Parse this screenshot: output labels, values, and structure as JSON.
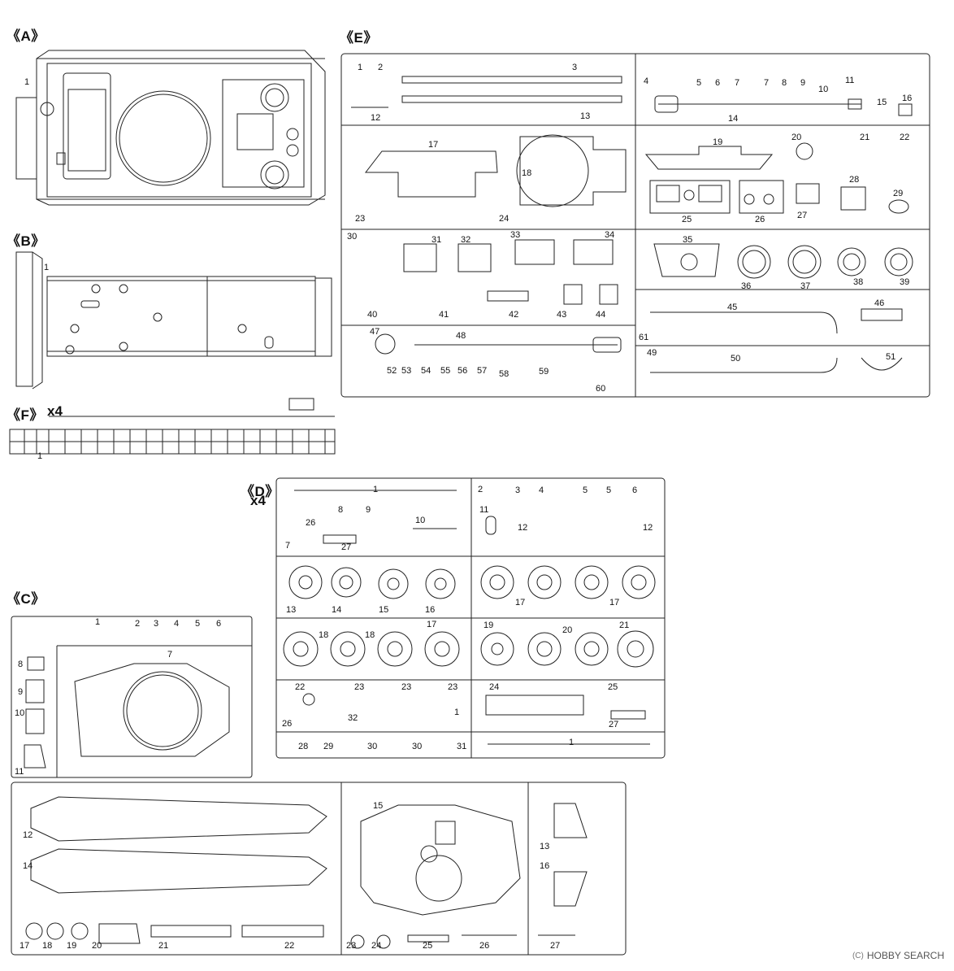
{
  "sprues": {
    "A": {
      "title": "《A》",
      "parts": [
        "1"
      ]
    },
    "B": {
      "title": "《B》",
      "parts": [
        "1"
      ]
    },
    "F": {
      "title": "《F》",
      "multiplier": "x4",
      "parts": [
        "1"
      ]
    },
    "E": {
      "title": "《E》",
      "parts": [
        "1",
        "2",
        "3",
        "4",
        "5",
        "6",
        "7",
        "7",
        "8",
        "9",
        "10",
        "11",
        "12",
        "13",
        "14",
        "15",
        "16",
        "17",
        "18",
        "19",
        "20",
        "21",
        "22",
        "23",
        "24",
        "25",
        "26",
        "27",
        "28",
        "29",
        "30",
        "31",
        "32",
        "33",
        "34",
        "35",
        "36",
        "37",
        "38",
        "39",
        "40",
        "41",
        "42",
        "43",
        "44",
        "45",
        "46",
        "47",
        "48",
        "49",
        "50",
        "51",
        "52",
        "53",
        "54",
        "55",
        "56",
        "57",
        "58",
        "59",
        "60",
        "61"
      ]
    },
    "D": {
      "title": "《D》",
      "multiplier": "x4",
      "parts": [
        "1",
        "2",
        "3",
        "4",
        "5",
        "5",
        "6",
        "7",
        "8",
        "9",
        "10",
        "11",
        "12",
        "12",
        "13",
        "14",
        "15",
        "16",
        "17",
        "17",
        "17",
        "18",
        "18",
        "19",
        "20",
        "21",
        "22",
        "23",
        "23",
        "23",
        "24",
        "25",
        "26",
        "26",
        "27",
        "27",
        "28",
        "29",
        "30",
        "30",
        "31",
        "32",
        "1",
        "1"
      ]
    },
    "C": {
      "title": "《C》",
      "parts": [
        "1",
        "2",
        "3",
        "4",
        "5",
        "6",
        "7",
        "8",
        "9",
        "10",
        "11",
        "12",
        "13",
        "14",
        "15",
        "16",
        "17",
        "18",
        "19",
        "20",
        "21",
        "22",
        "23",
        "24",
        "25",
        "26",
        "27"
      ]
    }
  },
  "watermark": {
    "badge": "(C)",
    "brand": "HOBBY SEARCH"
  }
}
